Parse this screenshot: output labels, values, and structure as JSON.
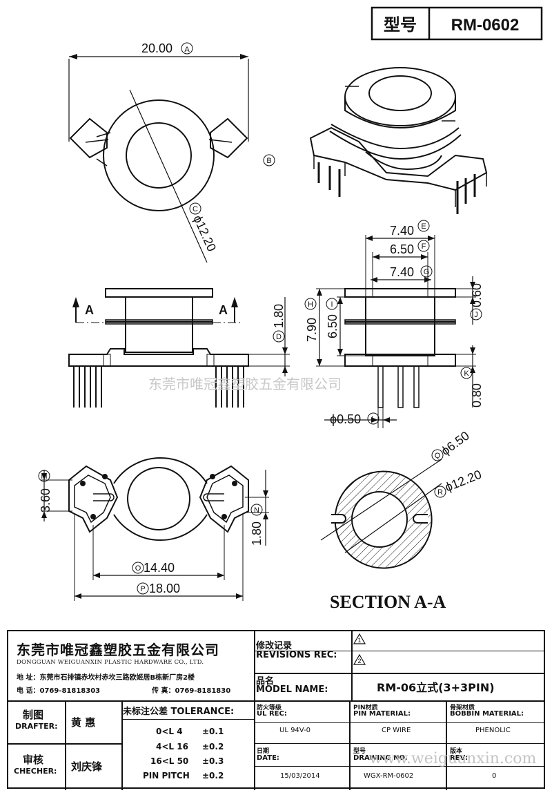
{
  "header": {
    "model_label": "型号",
    "model_value": "RM-0602"
  },
  "dimensions": {
    "a": "20.00",
    "b": "",
    "c": "ϕ12.20",
    "d": "1.80",
    "e": "7.40",
    "f": "6.50",
    "g": "7.40",
    "h": "7.90",
    "i": "6.50",
    "j": "0.60",
    "k": "0.80",
    "l": "ϕ0.50",
    "m": "3.60",
    "n": "1.80",
    "o": "14.40",
    "p": "18.00",
    "q": "ϕ6.50",
    "r": "ϕ12.20"
  },
  "markers": {
    "a": "A",
    "b": "B",
    "c": "C",
    "d": "D",
    "e": "E",
    "f": "F",
    "g": "G",
    "h": "H",
    "i": "I",
    "j": "J",
    "k": "K",
    "l": "L",
    "m": "M",
    "n": "N",
    "o": "O",
    "p": "P",
    "q": "Q",
    "r": "R"
  },
  "section": {
    "arrow_left": "A",
    "arrow_right": "A",
    "title": "SECTION A-A"
  },
  "watermark": {
    "center": "东莞市唯冠鑫塑胶五金有限公司",
    "corner": "www.weiguanxin.com"
  },
  "title_block": {
    "company_cn": "东莞市唯冠鑫塑胶五金有限公司",
    "company_en": "DONGGUAN WEIGUANXIN PLASTIC HARDWARE CO., LTD.",
    "address": "地 址：东莞市石排镇赤坎村赤坎三路欧姬居B栋新厂房2楼",
    "phone": "电 话：0769-81818303",
    "fax": "传 真：0769-8181830",
    "revisions_cn": "修改记录",
    "revisions_en": "REVISIONS REC:",
    "rev1": "1",
    "rev2": "2",
    "model_name_cn": "品名",
    "model_name_en": "MODEL NAME:",
    "model_name_value": "RM-06立式(3+3PIN)",
    "drafter_cn": "制图",
    "drafter_en": "DRAFTER:",
    "drafter_name": "黄 惠",
    "checker_cn": "审核",
    "checker_en": "CHECHER:",
    "checker_name": "刘庆锋",
    "tolerance_title": "未标注公差 TOLERANCE:",
    "tolerances": [
      {
        "range": "0<L  4",
        "value": "±0.1"
      },
      {
        "range": "4<L  16",
        "value": "±0.2"
      },
      {
        "range": "16<L  50",
        "value": "±0.3"
      },
      {
        "range": "PIN PITCH",
        "value": "±0.2"
      }
    ],
    "ul_cn": "防火等级",
    "ul_en": "UL REC:",
    "ul_value": "UL 94V-0",
    "pin_cn": "PIN材质",
    "pin_en": "PIN MATERIAL:",
    "pin_value": "CP WIRE",
    "bobbin_cn": "骨架材质",
    "bobbin_en": "BOBBIN MATERIAL:",
    "bobbin_value": "PHENOLIC",
    "date_cn": "日期",
    "date_en": "DATE:",
    "date_value": "15/03/2014",
    "drawing_cn": "型号",
    "drawing_en": "DRAWING NO.",
    "drawing_value": "WGX-RM-0602",
    "rev_cn": "版本",
    "rev_en": "REV:",
    "rev_value": "0"
  }
}
